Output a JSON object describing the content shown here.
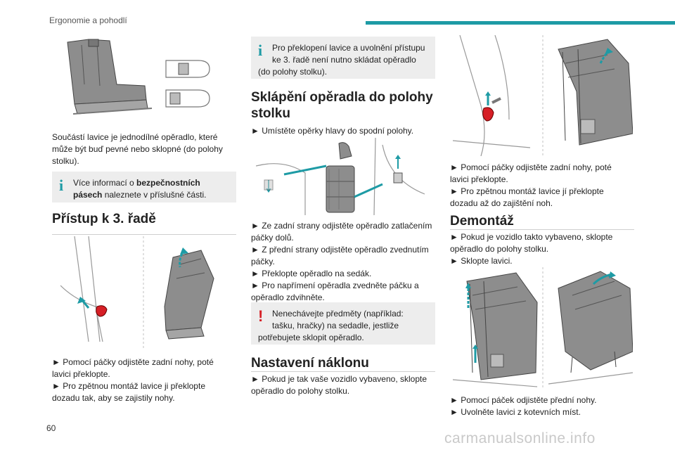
{
  "header": {
    "title": "Ergonomie a pohodlí"
  },
  "page_number": "60",
  "watermark": "carmanualsonline.info",
  "col1": {
    "intro": [
      "Součástí lavice je jednodílné opěradlo, které",
      "může být buď pevné nebo sklopné (do polohy",
      "stolku)."
    ],
    "note1": {
      "line1_pre": "Více informací o ",
      "line1_bold": "bezpečnostních",
      "line2_bold": "pásech",
      "line2_post": " naleznete v příslušné části."
    },
    "section_title": "Přístup k 3. řadě",
    "steps": [
      "► Pomocí páčky odjistěte zadní nohy, poté",
      "lavici překlopte.",
      "► Pro zpětnou montáž lavice ji překlopte",
      "dozadu tak, aby se zajistily nohy."
    ]
  },
  "col2": {
    "note_top": [
      "Pro překlopení lavice a uvolnění přístupu",
      "ke 3. řadě není nutno skládat opěradlo",
      "(do polohy stolku)."
    ],
    "section1_title": [
      "Sklápění opěradla do polohy",
      "stolku"
    ],
    "step_headrest": "► Umístěte opěrky hlavy do spodní polohy.",
    "steps": [
      "► Ze zadní strany odjistěte opěradlo zatlačením",
      "páčky dolů.",
      "► Z přední strany odjistěte opěradlo zvednutím",
      "páčky.",
      "► Překlopte opěradlo na sedák.",
      "► Pro napřímení opěradla zvedněte páčku a",
      "opěradlo zdvihněte."
    ],
    "warning": [
      "Nenechávejte předměty (například:",
      "tašku, hračky) na sedadle, jestliže",
      "potřebujete sklopit opěradlo."
    ],
    "section2_title": "Nastavení náklonu",
    "section2_steps": [
      "► Pokud je tak vaše vozidlo vybaveno, sklopte",
      "opěradlo do polohy stolku."
    ]
  },
  "col3": {
    "steps1": [
      "► Pomocí páčky odjistěte zadní nohy, poté",
      "lavici překlopte.",
      "► Pro zpětnou montáž lavice jí překlopte",
      "dozadu až do zajištění noh."
    ],
    "section_title": "Demontáž",
    "steps2": [
      "► Pokud je vozidlo takto vybaveno, sklopte",
      "opěradlo do polohy stolku.",
      "► Sklopte lavici."
    ],
    "steps3": [
      "► Pomocí páček odjistěte přední nohy.",
      "► Uvolněte lavici z kotevních míst."
    ]
  },
  "colors": {
    "accent": "#1e9ba5",
    "warning": "#d61f26",
    "note_bg": "#ededed"
  }
}
